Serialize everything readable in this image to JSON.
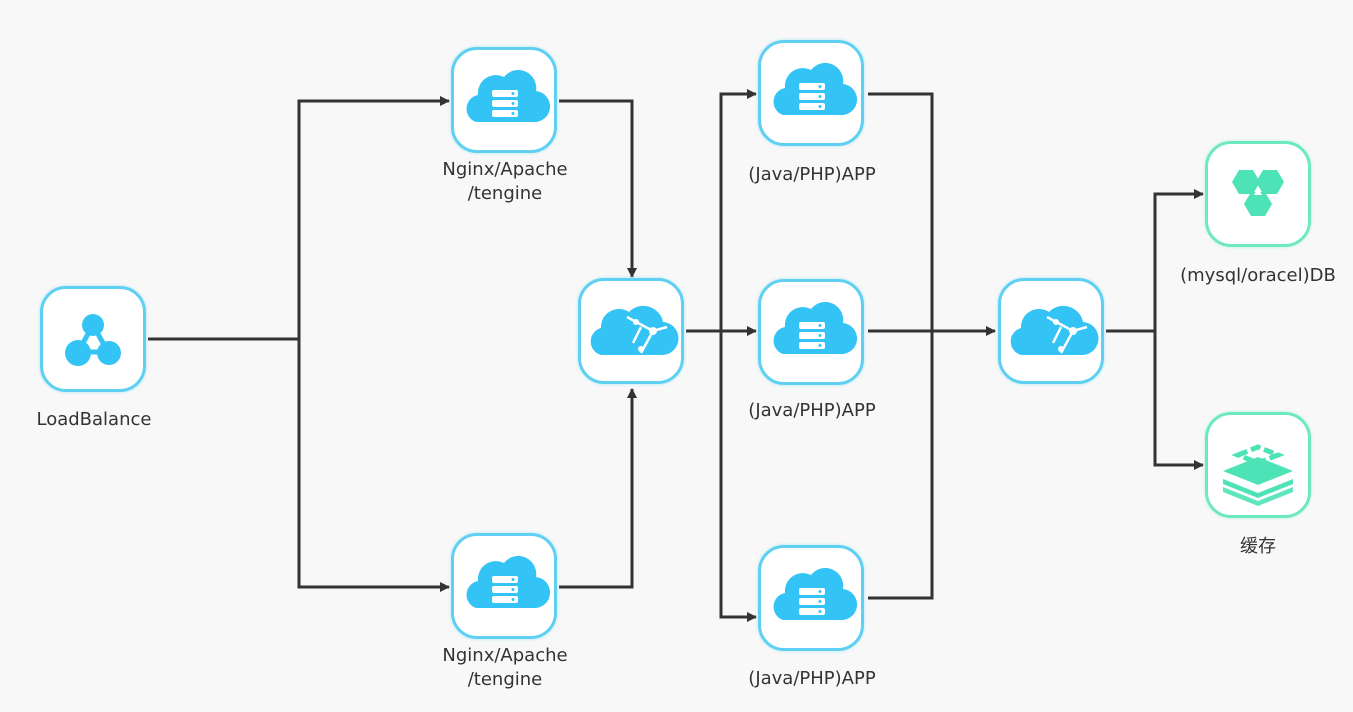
{
  "colors": {
    "background": "#f8f8f8",
    "node_blue": "#5fd0f2",
    "icon_blue": "#33c3f5",
    "node_green": "#6ee8c2",
    "icon_green": "#4ee3b6",
    "edge": "#333333"
  },
  "nodes": [
    {
      "id": "loadbalance",
      "label": "LoadBalance",
      "icon": "load-balancer-icon"
    },
    {
      "id": "web1",
      "label": "Nginx/Apache\n/tengine",
      "icon": "cloud-server-icon"
    },
    {
      "id": "web2",
      "label": "Nginx/Apache\n/tengine",
      "icon": "cloud-server-icon"
    },
    {
      "id": "gateway1",
      "label": "",
      "icon": "cloud-network-icon"
    },
    {
      "id": "app1",
      "label": "(Java/PHP)APP",
      "icon": "cloud-server-icon"
    },
    {
      "id": "app2",
      "label": "(Java/PHP)APP",
      "icon": "cloud-server-icon"
    },
    {
      "id": "app3",
      "label": "(Java/PHP)APP",
      "icon": "cloud-server-icon"
    },
    {
      "id": "gateway2",
      "label": "",
      "icon": "cloud-network-icon"
    },
    {
      "id": "db",
      "label": "(mysql/oracel)DB",
      "icon": "database-hexagon-icon"
    },
    {
      "id": "cache",
      "label": "缓存",
      "icon": "cache-stack-icon"
    }
  ],
  "edges": [
    {
      "from": "loadbalance",
      "to": "web1"
    },
    {
      "from": "loadbalance",
      "to": "web2"
    },
    {
      "from": "web1",
      "to": "gateway1"
    },
    {
      "from": "web2",
      "to": "gateway1"
    },
    {
      "from": "gateway1",
      "to": "app1"
    },
    {
      "from": "gateway1",
      "to": "app2"
    },
    {
      "from": "gateway1",
      "to": "app3"
    },
    {
      "from": "app1",
      "to": "gateway2"
    },
    {
      "from": "app2",
      "to": "gateway2"
    },
    {
      "from": "app3",
      "to": "gateway2"
    },
    {
      "from": "gateway2",
      "to": "db"
    },
    {
      "from": "gateway2",
      "to": "cache"
    }
  ]
}
